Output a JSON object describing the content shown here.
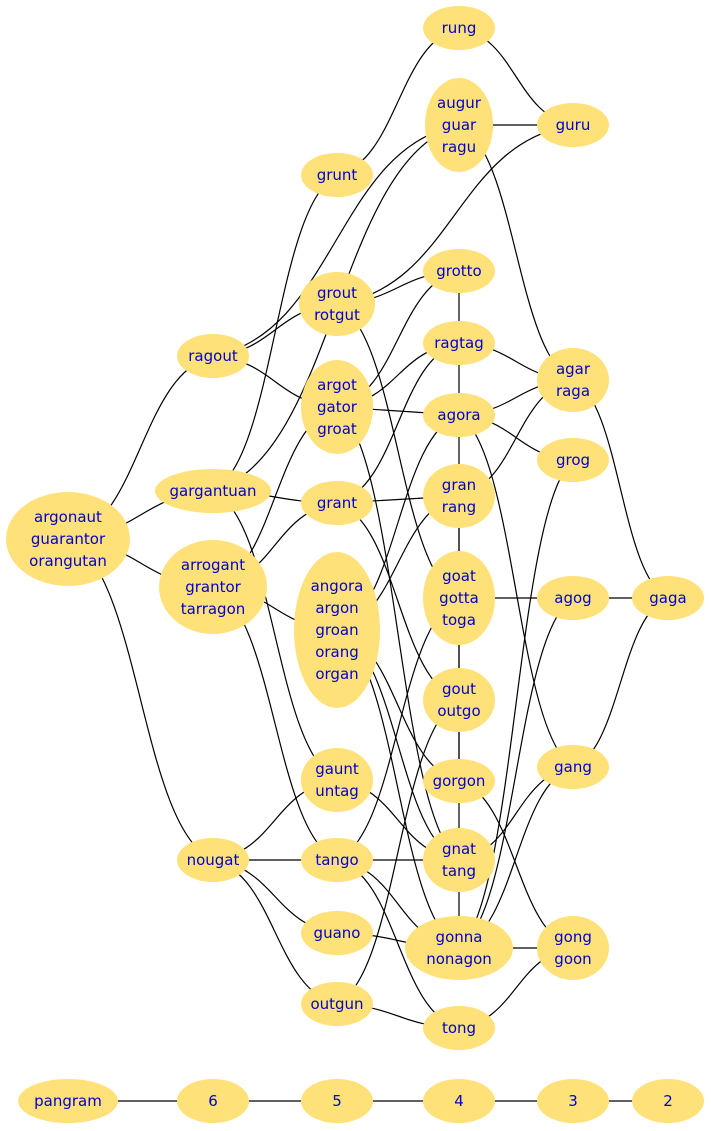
{
  "graph": {
    "node_fill": "#ffe17a",
    "label_color": "#0000cc",
    "nodes": [
      {
        "id": "rung",
        "lines": [
          "rung"
        ]
      },
      {
        "id": "augur",
        "lines": [
          "augur",
          "guar",
          "ragu"
        ]
      },
      {
        "id": "guru",
        "lines": [
          "guru"
        ]
      },
      {
        "id": "grunt",
        "lines": [
          "grunt"
        ]
      },
      {
        "id": "grotto",
        "lines": [
          "grotto"
        ]
      },
      {
        "id": "grout",
        "lines": [
          "grout",
          "rotgut"
        ]
      },
      {
        "id": "ragout",
        "lines": [
          "ragout"
        ]
      },
      {
        "id": "ragtag",
        "lines": [
          "ragtag"
        ]
      },
      {
        "id": "agar",
        "lines": [
          "agar",
          "raga"
        ]
      },
      {
        "id": "argot",
        "lines": [
          "argot",
          "gator",
          "groat"
        ]
      },
      {
        "id": "agora",
        "lines": [
          "agora"
        ]
      },
      {
        "id": "grog",
        "lines": [
          "grog"
        ]
      },
      {
        "id": "gargantuan",
        "lines": [
          "gargantuan"
        ]
      },
      {
        "id": "grant",
        "lines": [
          "grant"
        ]
      },
      {
        "id": "gran",
        "lines": [
          "gran",
          "rang"
        ]
      },
      {
        "id": "argonaut",
        "lines": [
          "argonaut",
          "guarantor",
          "orangutan"
        ]
      },
      {
        "id": "arrogant",
        "lines": [
          "arrogant",
          "grantor",
          "tarragon"
        ]
      },
      {
        "id": "angora",
        "lines": [
          "angora",
          "argon",
          "groan",
          "orang",
          "organ"
        ]
      },
      {
        "id": "goat",
        "lines": [
          "goat",
          "gotta",
          "toga"
        ]
      },
      {
        "id": "agog",
        "lines": [
          "agog"
        ]
      },
      {
        "id": "gaga",
        "lines": [
          "gaga"
        ]
      },
      {
        "id": "gout",
        "lines": [
          "gout",
          "outgo"
        ]
      },
      {
        "id": "gaunt",
        "lines": [
          "gaunt",
          "untag"
        ]
      },
      {
        "id": "gorgon",
        "lines": [
          "gorgon"
        ]
      },
      {
        "id": "gang",
        "lines": [
          "gang"
        ]
      },
      {
        "id": "nougat",
        "lines": [
          "nougat"
        ]
      },
      {
        "id": "tango",
        "lines": [
          "tango"
        ]
      },
      {
        "id": "gnat",
        "lines": [
          "gnat",
          "tang"
        ]
      },
      {
        "id": "guano",
        "lines": [
          "guano"
        ]
      },
      {
        "id": "gonna",
        "lines": [
          "gonna",
          "nonagon"
        ]
      },
      {
        "id": "gong",
        "lines": [
          "gong",
          "goon"
        ]
      },
      {
        "id": "outgun",
        "lines": [
          "outgun"
        ]
      },
      {
        "id": "tong",
        "lines": [
          "tong"
        ]
      },
      {
        "id": "pangram",
        "lines": [
          "pangram"
        ]
      },
      {
        "id": "n6",
        "lines": [
          "6"
        ]
      },
      {
        "id": "n5",
        "lines": [
          "5"
        ]
      },
      {
        "id": "n4",
        "lines": [
          "4"
        ]
      },
      {
        "id": "n3",
        "lines": [
          "3"
        ]
      },
      {
        "id": "n2",
        "lines": [
          "2"
        ]
      }
    ],
    "edges": [
      [
        "argonaut",
        "ragout"
      ],
      [
        "argonaut",
        "gargantuan"
      ],
      [
        "argonaut",
        "arrogant"
      ],
      [
        "argonaut",
        "nougat"
      ],
      [
        "ragout",
        "augur"
      ],
      [
        "ragout",
        "grout"
      ],
      [
        "ragout",
        "argot"
      ],
      [
        "gargantuan",
        "grunt"
      ],
      [
        "gargantuan",
        "augur"
      ],
      [
        "gargantuan",
        "grant"
      ],
      [
        "gargantuan",
        "gaunt"
      ],
      [
        "arrogant",
        "argot"
      ],
      [
        "arrogant",
        "grant"
      ],
      [
        "arrogant",
        "angora"
      ],
      [
        "arrogant",
        "tango"
      ],
      [
        "grunt",
        "rung"
      ],
      [
        "augur",
        "guru"
      ],
      [
        "augur",
        "agar"
      ],
      [
        "rung",
        "guru"
      ],
      [
        "grout",
        "guru"
      ],
      [
        "grout",
        "grotto"
      ],
      [
        "grout",
        "goat"
      ],
      [
        "argot",
        "grotto"
      ],
      [
        "argot",
        "ragtag"
      ],
      [
        "argot",
        "agora"
      ],
      [
        "argot",
        "gnat"
      ],
      [
        "grant",
        "gran"
      ],
      [
        "grant",
        "ragtag"
      ],
      [
        "grant",
        "gout"
      ],
      [
        "angora",
        "agora"
      ],
      [
        "angora",
        "gran"
      ],
      [
        "angora",
        "gorgon"
      ],
      [
        "angora",
        "gnat"
      ],
      [
        "angora",
        "gonna"
      ],
      [
        "ragtag",
        "agar"
      ],
      [
        "agora",
        "agar"
      ],
      [
        "agora",
        "grog"
      ],
      [
        "agora",
        "gang"
      ],
      [
        "grotto",
        "gorgon"
      ],
      [
        "grog",
        "gonna"
      ],
      [
        "gran",
        "agar"
      ],
      [
        "gran",
        "gonna"
      ],
      [
        "goat",
        "agog"
      ],
      [
        "goat",
        "tango"
      ],
      [
        "agog",
        "gaga"
      ],
      [
        "agar",
        "gaga"
      ],
      [
        "gang",
        "gaga"
      ],
      [
        "gout",
        "outgun"
      ],
      [
        "gorgon",
        "gong"
      ],
      [
        "gaunt",
        "nougat"
      ],
      [
        "gaunt",
        "gnat"
      ],
      [
        "nougat",
        "tango"
      ],
      [
        "nougat",
        "guano"
      ],
      [
        "nougat",
        "outgun"
      ],
      [
        "tango",
        "gnat"
      ],
      [
        "tango",
        "gonna"
      ],
      [
        "tango",
        "tong"
      ],
      [
        "guano",
        "gonna"
      ],
      [
        "gonna",
        "gong"
      ],
      [
        "gonna",
        "agog"
      ],
      [
        "gonna",
        "gang"
      ],
      [
        "gnat",
        "gang"
      ],
      [
        "gong",
        "tong"
      ],
      [
        "outgun",
        "tong"
      ],
      [
        "pangram",
        "n6"
      ],
      [
        "n6",
        "n5"
      ],
      [
        "n5",
        "n4"
      ],
      [
        "n4",
        "n3"
      ],
      [
        "n3",
        "n2"
      ]
    ]
  }
}
